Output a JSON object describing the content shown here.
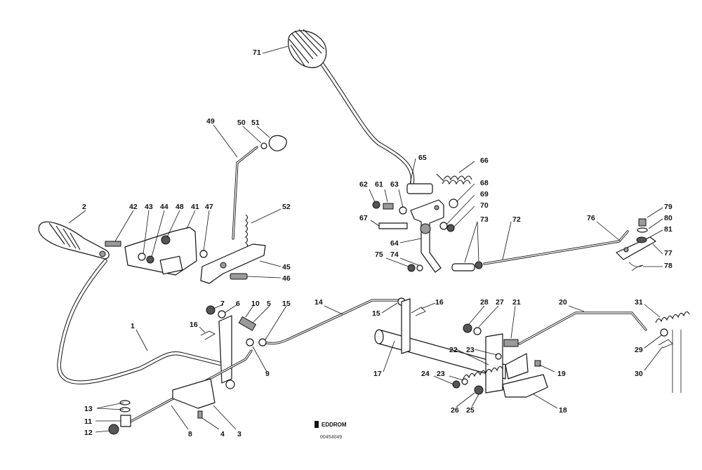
{
  "diagram": {
    "brand_text": "EDDROM",
    "brand_subtext": "",
    "drawing_code": "00454049",
    "callouts": [
      "71",
      "49",
      "50",
      "51",
      "2",
      "42",
      "43",
      "44",
      "48",
      "41",
      "47",
      "52",
      "45",
      "46",
      "1",
      "7",
      "6",
      "10",
      "5",
      "15",
      "16",
      "9",
      "14",
      "13",
      "11",
      "12",
      "8",
      "4",
      "3",
      "62",
      "61",
      "63",
      "66",
      "68",
      "69",
      "70",
      "65",
      "67",
      "64",
      "73",
      "72",
      "75",
      "74",
      "76",
      "79",
      "80",
      "81",
      "77",
      "78",
      "15",
      "16",
      "17",
      "28",
      "27",
      "21",
      "22",
      "23",
      "20",
      "31",
      "29",
      "30",
      "24",
      "23",
      "26",
      "25",
      "18",
      "19"
    ]
  }
}
